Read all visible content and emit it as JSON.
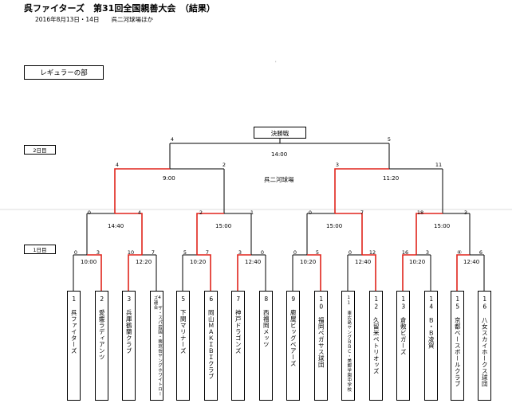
{
  "header": {
    "title": "呉ファイターズ　第31回全国親善大会　（結果）",
    "subtitle": "2016年8月13日・14日　　呉二河球場ほか"
  },
  "division": "レギュラーの部",
  "days": {
    "day2": "2日目",
    "day1": "1日目"
  },
  "final_label": "決勝戦",
  "venue": "呉二河球場",
  "stray_mark": "'",
  "teams": [
    {
      "no": "1",
      "name": "呉ファイターズ"
    },
    {
      "no": "2",
      "name": "愛媛ラディアンツ"
    },
    {
      "no": "3",
      "name": "兵庫鶴蘭クラブ"
    },
    {
      "no": "4",
      "name": "ザ・スパ岩国・南京岳ヤングホワイトローズ連合"
    },
    {
      "no": "5",
      "name": "下関マリナーズ"
    },
    {
      "no": "6",
      "name": "岡山ＭＡＫＩＢＩクラブ"
    },
    {
      "no": "7",
      "name": "神戸ドラゴンズ"
    },
    {
      "no": "8",
      "name": "西福岡メッツ"
    },
    {
      "no": "9",
      "name": "鹿屋ビッグベアーズ"
    },
    {
      "no": "10",
      "name": "福岡ペガサス球団"
    },
    {
      "no": "11",
      "name": "東広島ヤングＢＢＣ・美郷学園中学校"
    },
    {
      "no": "12",
      "name": "久留米ペトリオッズ"
    },
    {
      "no": "13",
      "name": "倉敷ビガーズ"
    },
    {
      "no": "14",
      "name": "Ｂ・Ｂ凌賀"
    },
    {
      "no": "15",
      "name": "京都ベースボールクラブ"
    },
    {
      "no": "16",
      "name": "八女スカイホークス球団"
    }
  ],
  "round1": [
    {
      "time": "10:00",
      "left": "0",
      "right": "3"
    },
    {
      "time": "12:20",
      "left": "10",
      "right": "7"
    },
    {
      "time": "10:20",
      "left": "5",
      "right": "7"
    },
    {
      "time": "12:40",
      "left": "3",
      "right": "0"
    },
    {
      "time": "10:20",
      "left": "0",
      "right": "5"
    },
    {
      "time": "12:40",
      "left": "0",
      "right": "12"
    },
    {
      "time": "10:20",
      "left": "16",
      "right": "3"
    },
    {
      "time": "12:40",
      "left": "⑥",
      "right": "6"
    }
  ],
  "quarterfinals": [
    {
      "time": "14:40",
      "left": "0",
      "right": "4"
    },
    {
      "time": "15:00",
      "left": "2",
      "right": "1"
    },
    {
      "time": "15:00",
      "left": "0",
      "right": "7"
    },
    {
      "time": "15:00",
      "left": "18",
      "right": "3"
    }
  ],
  "semifinals": [
    {
      "time": "9:00",
      "left": "4",
      "right": "2"
    },
    {
      "time": "11:20",
      "left": "3",
      "right": "11"
    }
  ],
  "final": {
    "time": "14:00",
    "left": "4",
    "right": "5"
  }
}
